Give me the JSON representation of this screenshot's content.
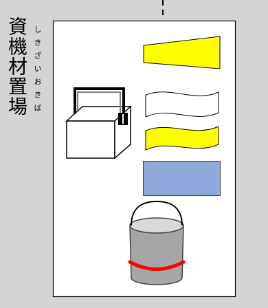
{
  "area": {
    "label": "資機材置場",
    "furigana": "しきざいおきば"
  },
  "colors": {
    "background": "#d4d4d4",
    "panel": "#ffffff",
    "outline": "#000000",
    "yellow": "#ffff00",
    "white": "#ffffff",
    "blue": "#8eaadb",
    "bucket": "#a6a6a6",
    "bucket_rim": "#d9d9d9",
    "band": "#ff0000"
  },
  "icons": {
    "guide": "dashed-guide-line",
    "trapezoid": "yellow-trapezoid-icon",
    "box": "cooler-box-icon",
    "white_banner": "white-banner-icon",
    "yellow_banner": "yellow-banner-icon",
    "sheet": "blue-sheet-icon",
    "bucket": "bucket-icon"
  }
}
